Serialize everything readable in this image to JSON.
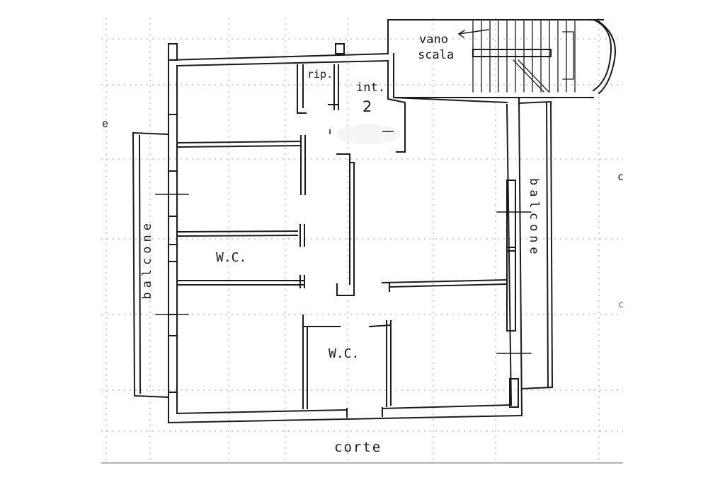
{
  "rooms": {
    "stair": {
      "line1": "vano",
      "line2": "scala"
    },
    "storage": "rip.",
    "unit": {
      "label": "int.",
      "number": "2"
    },
    "wc_left": "W.C.",
    "wc_center": "W.C."
  },
  "balconies": {
    "left": "balcone",
    "right": "balcone"
  },
  "courtyard": "corte",
  "margin_marks": {
    "left": "e",
    "right_top": "c",
    "right_mid": "c"
  },
  "colors": {
    "ink": "#1a1a1a",
    "grid": "#9a9a9a",
    "paper": "#ffffff"
  }
}
